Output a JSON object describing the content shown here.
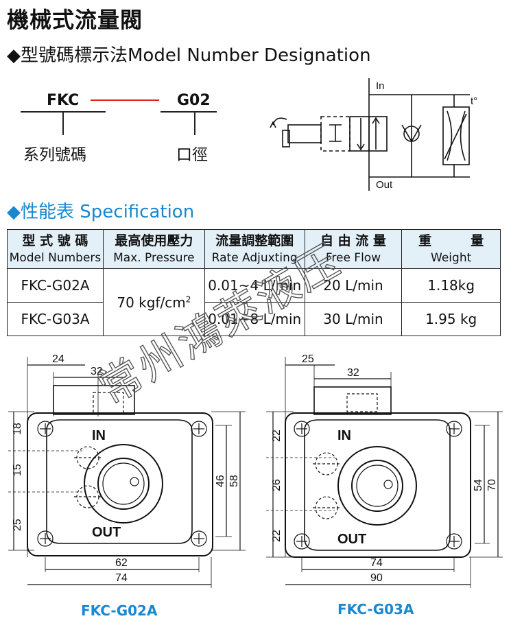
{
  "page_title": "機械式流量閥",
  "model_section": {
    "bullet": "◆",
    "heading": "型號碼標示法Model Number Designation",
    "series_code": "FKC",
    "size_code": "G02",
    "series_label": "系列號碼",
    "size_label": "口徑"
  },
  "symbol": {
    "in_label": "In",
    "out_label": "Out",
    "temp_label": "t°"
  },
  "spec_section": {
    "bullet": "◆",
    "heading": "性能表 Specification",
    "headers": [
      {
        "zh": "型 式 號 碼",
        "en": "Model Numbers"
      },
      {
        "zh": "最高使用壓力",
        "en": "Max. Pressure"
      },
      {
        "zh": "流量調整範圍",
        "en": "Rate Adjuxting"
      },
      {
        "zh": "自 由 流 量",
        "en": "Free Flow"
      },
      {
        "zh": "重　　　量",
        "en": "Weight"
      }
    ],
    "rows": [
      {
        "model": "FKC-G02A",
        "range": "0.01~4 L/min",
        "flow": "20 L/min",
        "weight": "1.18kg"
      },
      {
        "model": "FKC-G03A",
        "range": "0.01~8 L/min",
        "flow": "30 L/min",
        "weight": "1.95 kg"
      }
    ],
    "pressure": "70 kgf/cm",
    "pressure_sup": "2"
  },
  "drawings": [
    {
      "caption": "FKC-G02A",
      "in_label": "IN",
      "out_label": "OUT",
      "top_dims": [
        "24",
        "32"
      ],
      "left_dims": [
        "18",
        "15",
        "25"
      ],
      "right_dims": [
        "46",
        "58"
      ],
      "bottom_dims": [
        "62",
        "74"
      ]
    },
    {
      "caption": "FKC-G03A",
      "in_label": "IN",
      "out_label": "OUT",
      "top_dims": [
        "25",
        "32"
      ],
      "left_dims": [
        "22",
        "26",
        "22"
      ],
      "right_dims": [
        "54",
        "70"
      ],
      "bottom_dims": [
        "74",
        "90"
      ]
    }
  ],
  "watermark": "常州鴻萊液压"
}
